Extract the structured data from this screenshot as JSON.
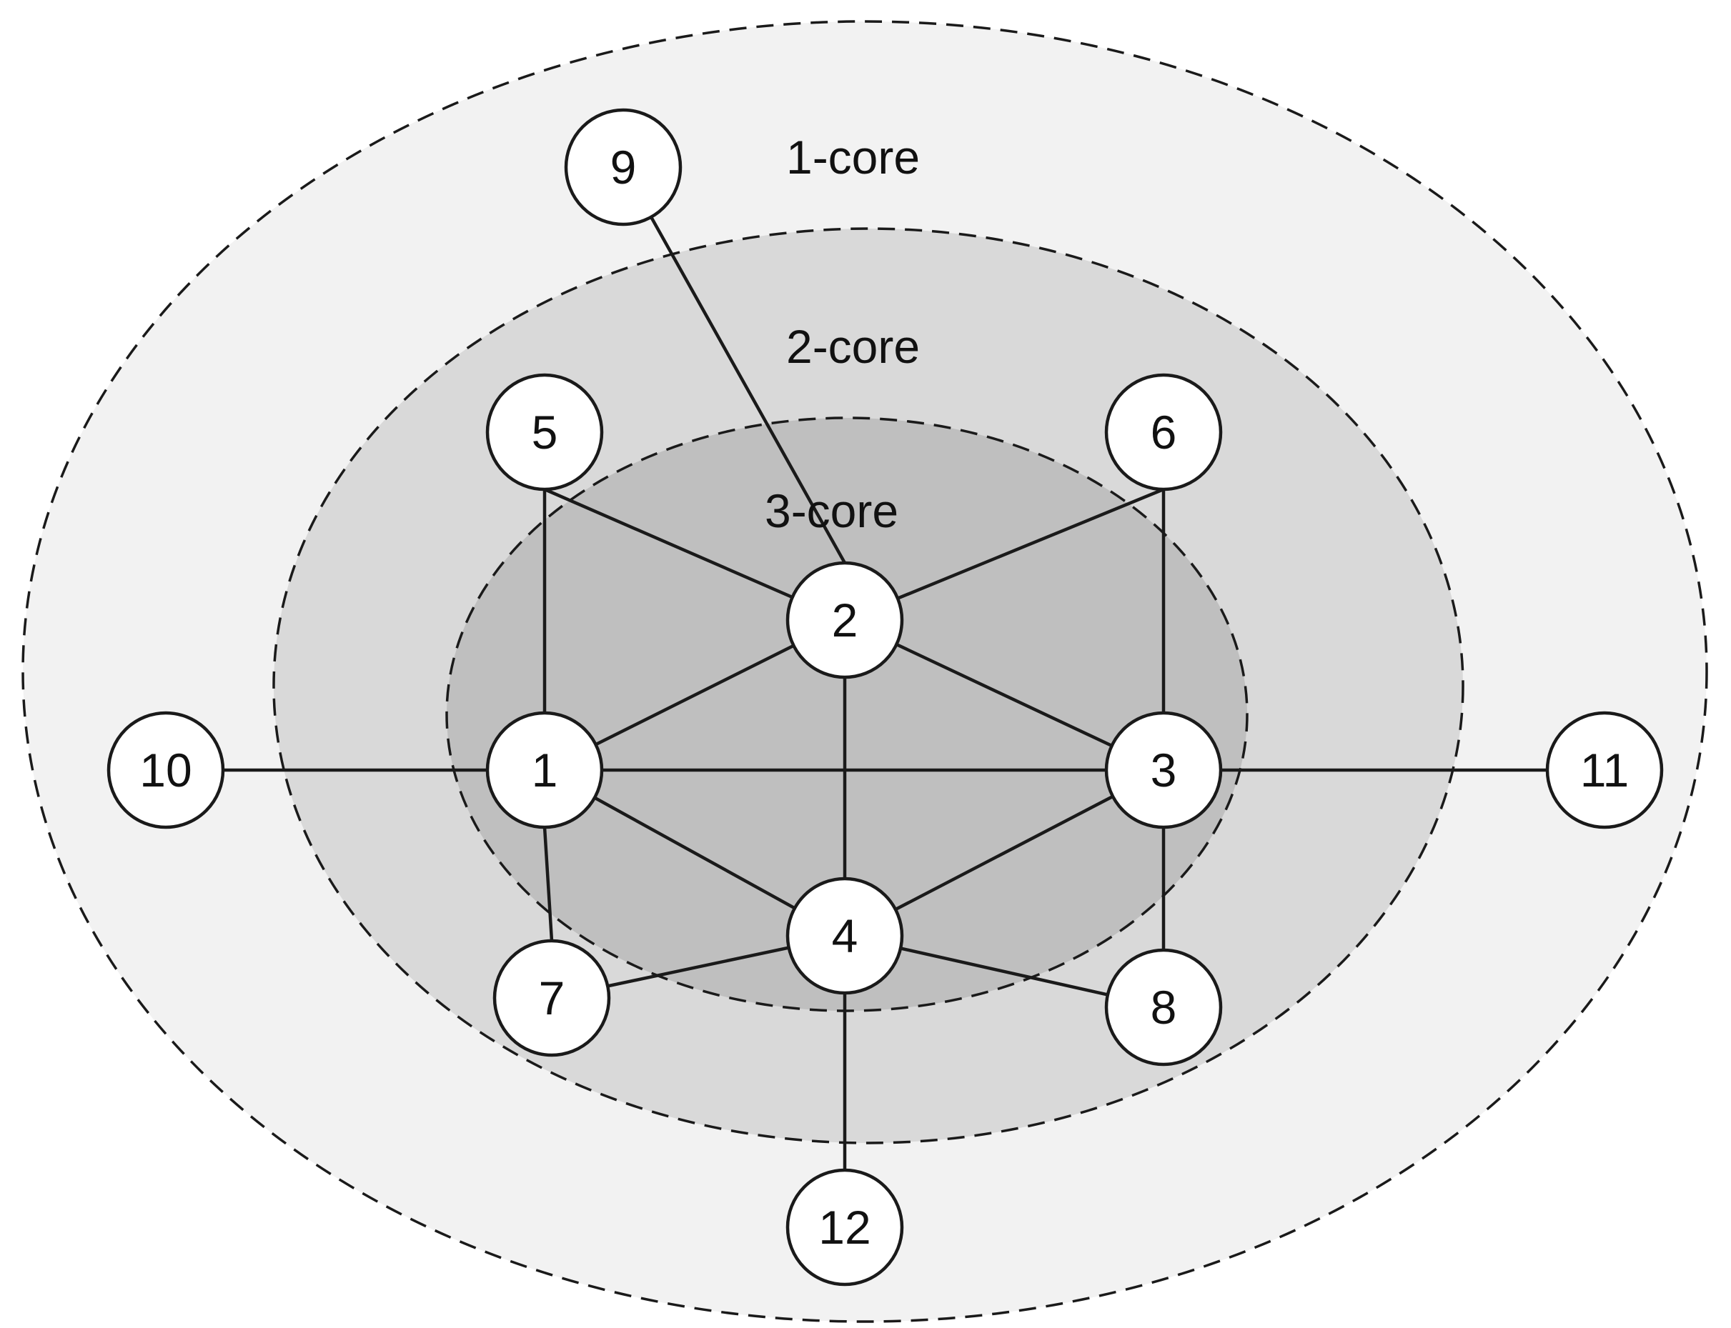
{
  "colors": {
    "outer_core_fill": "#f2f2f2",
    "middle_core_fill": "#d9d9d9",
    "inner_core_fill": "#bfbfbf",
    "line_color": "#1a1a1a",
    "node_fill": "#ffffff"
  },
  "cores": [
    {
      "id": "core-1",
      "label": "1-core"
    },
    {
      "id": "core-2",
      "label": "2-core"
    },
    {
      "id": "core-3",
      "label": "3-core"
    }
  ],
  "nodes": [
    {
      "id": "1",
      "label": "1"
    },
    {
      "id": "2",
      "label": "2"
    },
    {
      "id": "3",
      "label": "3"
    },
    {
      "id": "4",
      "label": "4"
    },
    {
      "id": "5",
      "label": "5"
    },
    {
      "id": "6",
      "label": "6"
    },
    {
      "id": "7",
      "label": "7"
    },
    {
      "id": "8",
      "label": "8"
    },
    {
      "id": "9",
      "label": "9"
    },
    {
      "id": "10",
      "label": "10"
    },
    {
      "id": "11",
      "label": "11"
    },
    {
      "id": "12",
      "label": "12"
    }
  ],
  "edges": [
    [
      "9",
      "2"
    ],
    [
      "5",
      "1"
    ],
    [
      "5",
      "2"
    ],
    [
      "6",
      "2"
    ],
    [
      "6",
      "3"
    ],
    [
      "2",
      "1"
    ],
    [
      "2",
      "3"
    ],
    [
      "2",
      "4"
    ],
    [
      "1",
      "3"
    ],
    [
      "1",
      "4"
    ],
    [
      "3",
      "4"
    ],
    [
      "10",
      "1"
    ],
    [
      "3",
      "11"
    ],
    [
      "1",
      "7"
    ],
    [
      "7",
      "4"
    ],
    [
      "4",
      "8"
    ],
    [
      "3",
      "8"
    ],
    [
      "4",
      "12"
    ]
  ]
}
